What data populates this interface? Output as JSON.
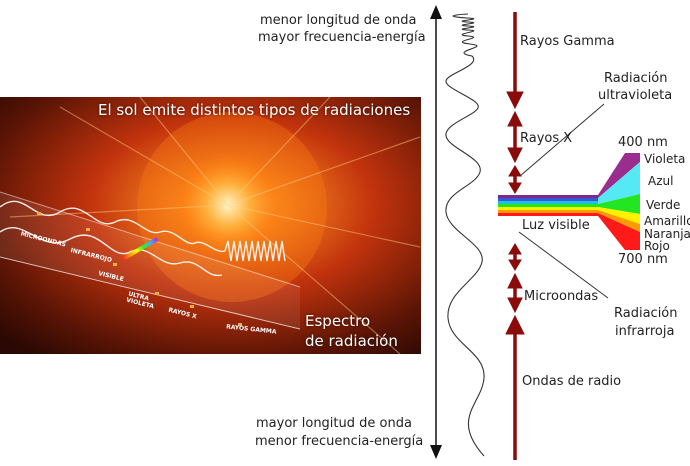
{
  "photo": {
    "title": "El sol emite distintos tipos de radiaciones",
    "caption_line1": "Espectro",
    "caption_line2": "de radiación",
    "labels": {
      "microondas": "MICROONDAS",
      "infrarrojo": "INFRARROJO",
      "visible": "VISIBLE",
      "ultra": "ULTRA",
      "violeta": "VIOLETA",
      "rayos_x": "RAYOS X",
      "rayos_gamma": "RAYOS GAMMA"
    }
  },
  "scale": {
    "top_line1": "menor longitud de onda",
    "top_line2": "mayor frecuencia-energía",
    "bottom_line1": "mayor longitud de onda",
    "bottom_line2": "menor frecuencia-energía"
  },
  "bands": {
    "gamma": "Rayos Gamma",
    "xray": "Rayos X",
    "visible": "Luz visible",
    "microwave": "Microondas",
    "radio": "Ondas de radio"
  },
  "callouts": {
    "uv_line1": "Radiación",
    "uv_line2": "ultravioleta",
    "ir_line1": "Radiación",
    "ir_line2": "infrarroja"
  },
  "spectrum": {
    "nm_top": "400 nm",
    "nm_bottom": "700 nm",
    "colors": [
      {
        "name": "Violeta",
        "hex": "#9b2d8e"
      },
      {
        "name": "Azul",
        "hex": "#55e8f5"
      },
      {
        "name": "Verde",
        "hex": "#22e622"
      },
      {
        "name": "Amarillo",
        "hex": "#fff200"
      },
      {
        "name": "Naranja",
        "hex": "#ff9a00"
      },
      {
        "name": "Rojo",
        "hex": "#ff1a1a"
      }
    ]
  },
  "colors": {
    "arrow": "#8b0a0a",
    "axis": "#111111"
  }
}
